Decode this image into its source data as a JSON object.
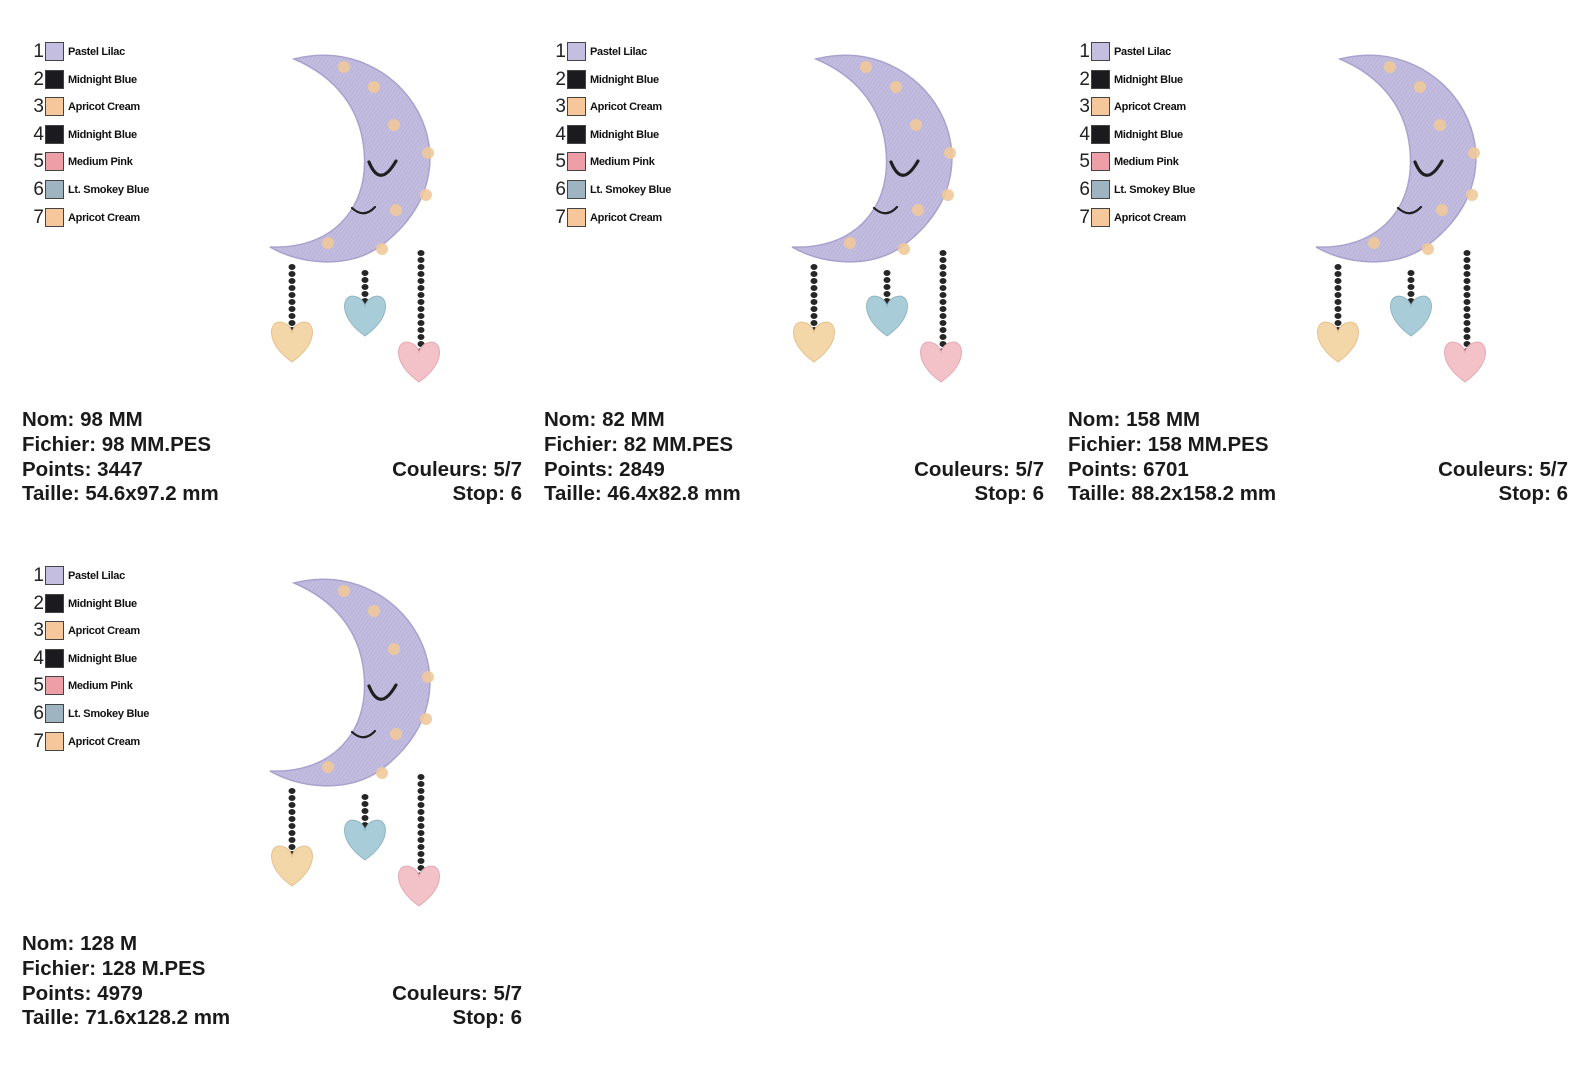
{
  "colors": {
    "moon": "#c2bcdf",
    "moon_edge": "#a9a2cf",
    "dot": "#f0c99a",
    "face": "#1f1f1f",
    "chain": "#262626",
    "heart_left": "#f4d7a8",
    "heart_mid": "#a9cdd8",
    "heart_right": "#f3c2c8"
  },
  "legend_template": [
    {
      "num": "1",
      "name": "Pastel Lilac",
      "color": "#c4bfe0"
    },
    {
      "num": "2",
      "name": "Midnight Blue",
      "color": "#1b1b1f"
    },
    {
      "num": "3",
      "name": "Apricot Cream",
      "color": "#f5c79a"
    },
    {
      "num": "4",
      "name": "Midnight Blue",
      "color": "#1b1b1f"
    },
    {
      "num": "5",
      "name": "Medium Pink",
      "color": "#ee9ea6"
    },
    {
      "num": "6",
      "name": "Lt. Smokey Blue",
      "color": "#9fb4c1"
    },
    {
      "num": "7",
      "name": "Apricot Cream",
      "color": "#f5c79a"
    }
  ],
  "cards": [
    {
      "nom": "Nom: 98 MM",
      "fichier": "Fichier: 98 MM.PES",
      "points": "Points: 3447",
      "taille": "Taille: 54.6x97.2 mm",
      "couleurs": "Couleurs: 5/7",
      "stop": "Stop: 6"
    },
    {
      "nom": "Nom: 82 MM",
      "fichier": "Fichier: 82 MM.PES",
      "points": "Points: 2849",
      "taille": "Taille: 46.4x82.8 mm",
      "couleurs": "Couleurs: 5/7",
      "stop": "Stop: 6"
    },
    {
      "nom": "Nom: 158 MM",
      "fichier": "Fichier: 158 MM.PES",
      "points": "Points: 6701",
      "taille": "Taille: 88.2x158.2 mm",
      "couleurs": "Couleurs: 5/7",
      "stop": "Stop: 6"
    },
    {
      "nom": "Nom: 128 M",
      "fichier": "Fichier: 128 M.PES",
      "points": "Points: 4979",
      "taille": "Taille: 71.6x128.2 mm",
      "couleurs": "Couleurs: 5/7",
      "stop": "Stop: 6"
    }
  ]
}
